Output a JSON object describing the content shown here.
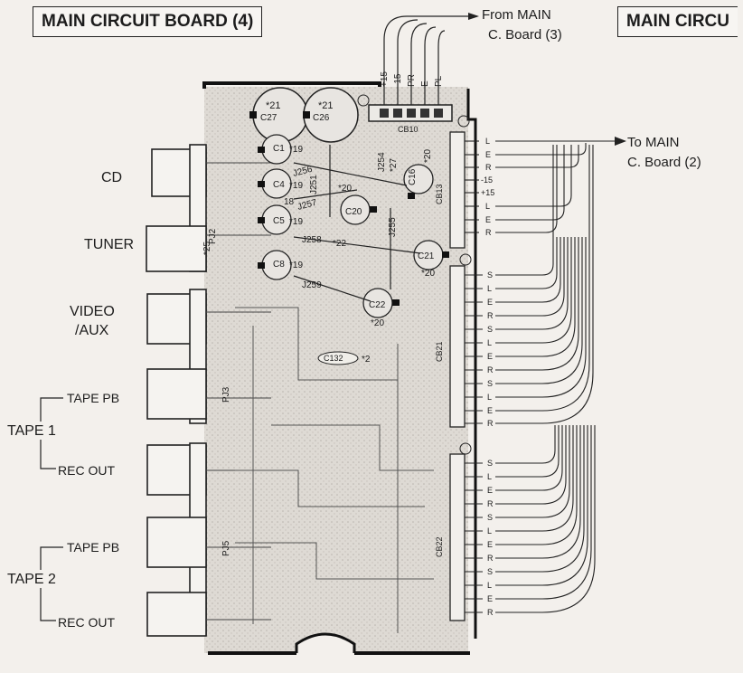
{
  "titles": {
    "left": "MAIN CIRCUIT BOARD (4)",
    "right": "MAIN CIRCU"
  },
  "annotations": {
    "from_main": "From MAIN",
    "from_main_sub": "C. Board (3)",
    "to_main": "To MAIN",
    "to_main_sub": "C. Board (2)"
  },
  "inputs": {
    "cd": "CD",
    "tuner": "TUNER",
    "video": "VIDEO",
    "aux": "/AUX",
    "tape1": "TAPE 1",
    "tape1_pb": "TAPE PB",
    "tape1_rec": "REC OUT",
    "tape2": "TAPE 2",
    "tape2_pb": "TAPE PB",
    "tape2_rec": "REC OUT"
  },
  "top_connector_pins": [
    "+15",
    "-15",
    "PR",
    "E",
    "PL"
  ],
  "connectors": {
    "cb10": "CB10",
    "cb13": "CB13",
    "cb21": "CB21",
    "cb22": "CB22",
    "pj2": "PJ2",
    "pj3": "PJ3",
    "pj5": "PJ5",
    "pj2_star": "*25"
  },
  "cb13_pins": [
    "L",
    "E",
    "R",
    "-15",
    "+15",
    "L",
    "E",
    "R"
  ],
  "cb21_pins": [
    "S",
    "L",
    "E",
    "R",
    "S",
    "L",
    "E",
    "R",
    "S",
    "L",
    "E",
    "R"
  ],
  "cb22_pins": [
    "S",
    "L",
    "E",
    "R",
    "S",
    "L",
    "E",
    "R",
    "S",
    "L",
    "E",
    "R"
  ],
  "components": {
    "c27": "C27",
    "c27_star": "*21",
    "c26": "C26",
    "c26_star": "*21",
    "c1": "C1",
    "c1_star": "*19",
    "c4": "C4",
    "c4_star": "*19",
    "c5": "C5",
    "c5_star": "*19",
    "c8": "C8",
    "c8_star": "*19",
    "c16": "C16",
    "c16_star": "*20",
    "c20": "C20",
    "c20_star": "*20",
    "c21": "C21",
    "c21_star": "*20",
    "c22": "C22",
    "c22_star": "*20",
    "c132": "C132",
    "c132_star": "*2",
    "j256": "J256",
    "j257": "J257",
    "j258": "J258",
    "j259": "J259",
    "j255": "J255",
    "j251": "J251",
    "j254": "J254",
    "star22": "*22",
    "star27": "*27",
    "star18": "18"
  }
}
